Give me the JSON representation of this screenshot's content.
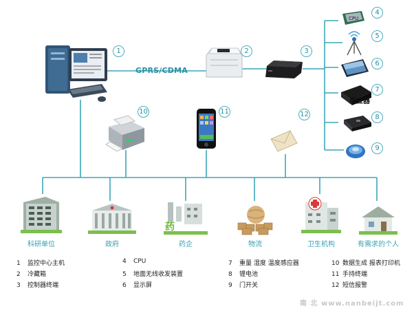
{
  "network_label": "GPRS/CDMA",
  "devices": [
    {
      "num": "1"
    },
    {
      "num": "2"
    },
    {
      "num": "3"
    },
    {
      "num": "4"
    },
    {
      "num": "5"
    },
    {
      "num": "6"
    },
    {
      "num": "7"
    },
    {
      "num": "8"
    },
    {
      "num": "9"
    },
    {
      "num": "10"
    },
    {
      "num": "11"
    },
    {
      "num": "12"
    }
  ],
  "device_texts": {
    "cpu_chip": "CPU",
    "sensor": "感应器"
  },
  "categories": [
    "科研单位",
    "政府",
    "药企",
    "物流",
    "卫生机构",
    "有需求的个人"
  ],
  "legend": [
    {
      "num": "1",
      "text": "监控中心主机"
    },
    {
      "num": "2",
      "text": "冷藏箱"
    },
    {
      "num": "3",
      "text": "控制器终端"
    },
    {
      "num": "4",
      "text": "CPU"
    },
    {
      "num": "5",
      "text": "地面无线收发装置"
    },
    {
      "num": "6",
      "text": "显示屏"
    },
    {
      "num": "7",
      "text": "重量  湿度  温度感应器"
    },
    {
      "num": "8",
      "text": "锂电池"
    },
    {
      "num": "9",
      "text": "门开关"
    },
    {
      "num": "10",
      "text": "数据生成  报表打印机"
    },
    {
      "num": "11",
      "text": "手持终端"
    },
    {
      "num": "12",
      "text": "短信报警"
    }
  ],
  "watermark": "南 北  www.nanbeijt.com"
}
